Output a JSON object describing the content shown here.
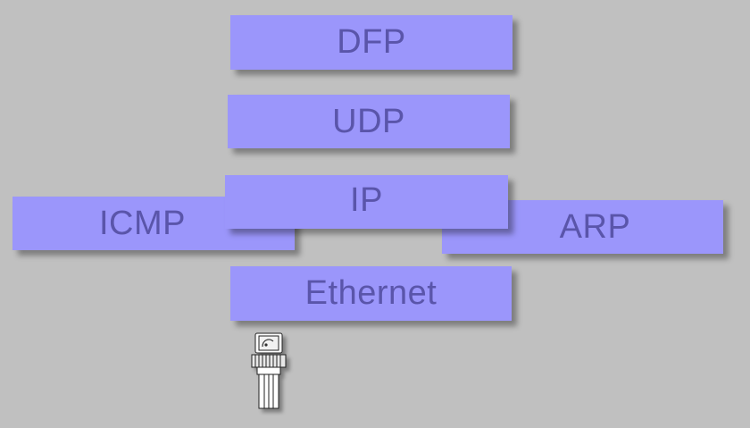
{
  "layers": {
    "dfp": "DFP",
    "udp": "UDP",
    "ip": "IP",
    "icmp": "ICMP",
    "arp": "ARP",
    "ethernet": "Ethernet"
  },
  "colors": {
    "background": "#c0c0c0",
    "box_fill": "#9b96fb",
    "box_text": "#5a55aa"
  },
  "icons": {
    "connector": "bnc-connector-icon"
  }
}
